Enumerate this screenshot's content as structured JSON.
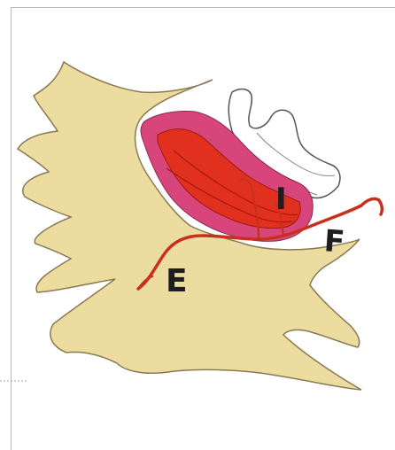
{
  "labels": {
    "i": "I",
    "f": "F",
    "e": "E"
  },
  "colors": {
    "background": "#ffffff",
    "tissue_fill": "#ecdca0",
    "tissue_outline": "#8a7a52",
    "muscle_pink": "#d8457a",
    "muscle_red": "#e2301e",
    "vessel_red": "#c8301e",
    "bone_white": "#ffffff",
    "bone_outline": "#555555",
    "frame_line": "#b9b9b9",
    "text": "#1d1d1d"
  },
  "icons": [
    "anatomical-illustration"
  ]
}
